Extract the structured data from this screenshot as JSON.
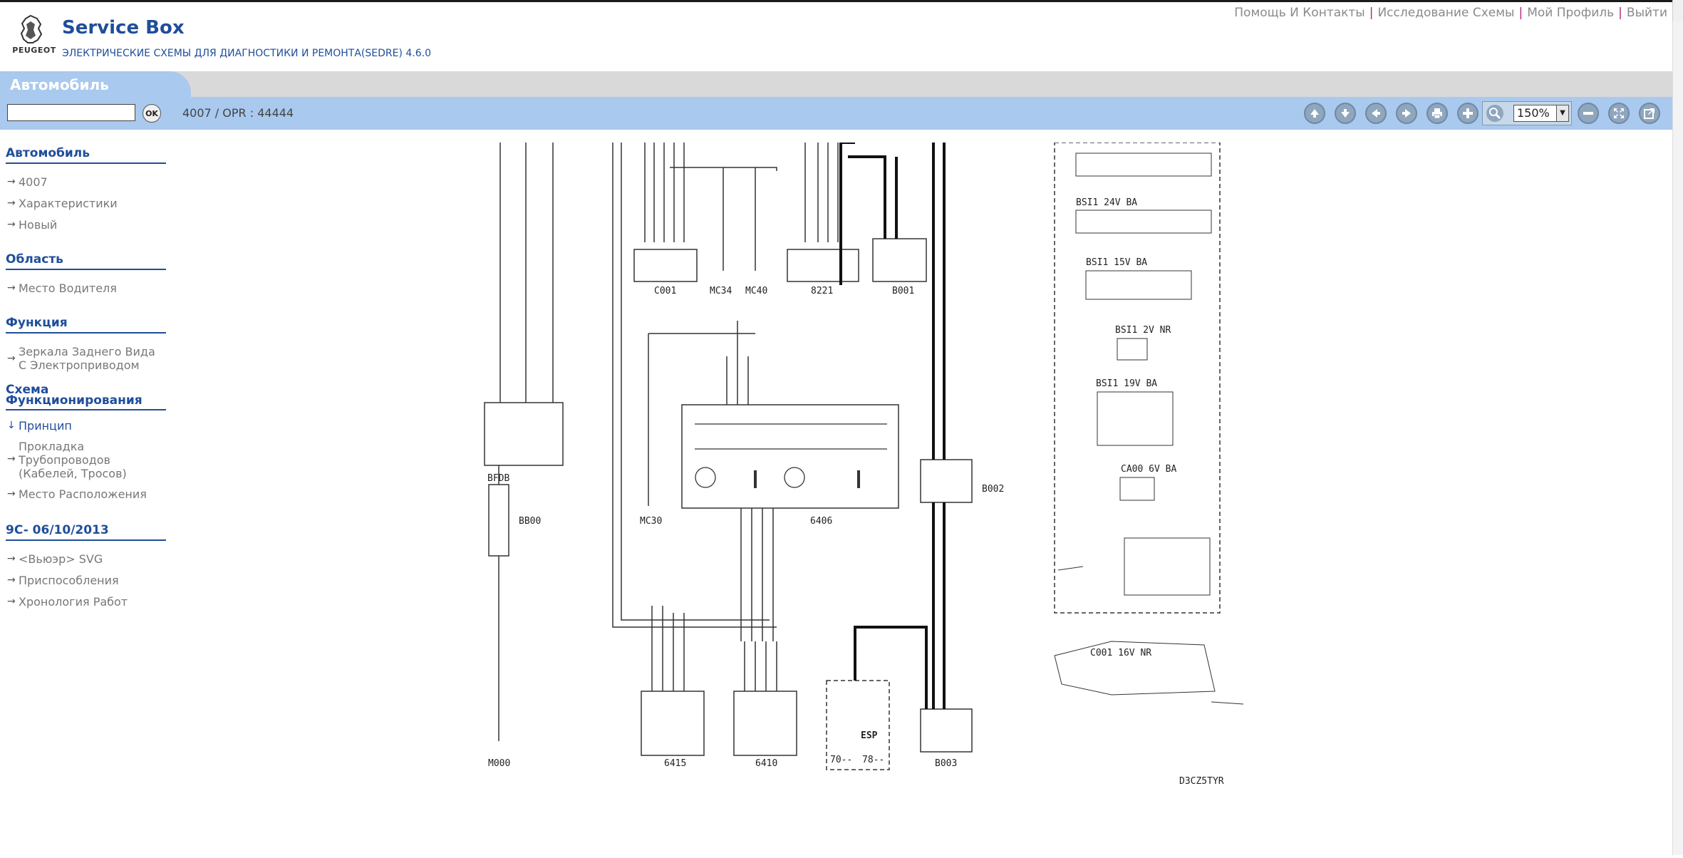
{
  "header": {
    "brand": "PEUGEOT",
    "title": "Service Box",
    "subtitle": "ЭЛЕКТРИЧЕСКИЕ СХЕМЫ ДЛЯ ДИАГНОСТИКИ И РЕМОНТА(SEDRE) 4.6.0",
    "links": [
      "Помощь И Контакты",
      "Исследование Схемы",
      "Мой Профиль",
      "Выйти"
    ]
  },
  "tab": {
    "label": "Автомобиль"
  },
  "toolbar": {
    "vin_value": "",
    "ok_label": "OK",
    "breadcrumb": "4007  /  OPR : 44444",
    "zoom": "150%"
  },
  "sidebar": {
    "sections": [
      {
        "title": "Автомобиль",
        "items": [
          "4007",
          "Характеристики",
          "Новый"
        ]
      },
      {
        "title": "Область",
        "items": [
          "Место Водителя"
        ]
      },
      {
        "title": "Функция",
        "items": [
          "Зеркала Заднего Вида С Электроприводом"
        ]
      },
      {
        "title": "Схема Функционирования",
        "items": [
          "Принцип",
          "Прокладка Трубопроводов (Кабелей, Тросов)",
          "Место Расположения"
        ]
      },
      {
        "title": "9C- 06/10/2013",
        "items": [
          "<Вьюэр> SVG",
          "Приспособления",
          "Хронология Работ"
        ]
      }
    ]
  },
  "diagram": {
    "components": [
      "C001",
      "MC34",
      "MC40",
      "8221",
      "B001",
      "BFDB",
      "BB00",
      "M000",
      "6406",
      "MC30",
      "B002",
      "6415",
      "6410",
      "B003"
    ],
    "right_labels": [
      "BSI1 24V BA",
      "BSI1 15V BA",
      "BSI1 2V NR",
      "BSI1 19V BA",
      "CA00 6V BA",
      "C001 16V NR"
    ],
    "reference": "D3CZ5TYR",
    "abs_code": "70--",
    "esp_code": "78--",
    "esp_label": "ESP"
  }
}
